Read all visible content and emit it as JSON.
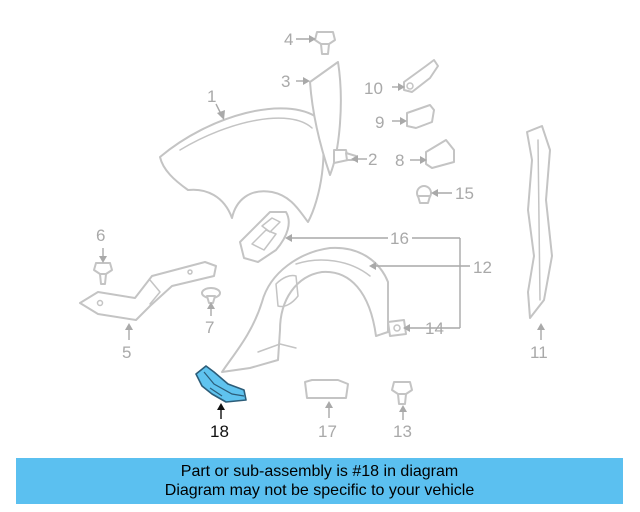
{
  "diagram": {
    "highlighted_part": "18",
    "callouts": [
      "1",
      "2",
      "3",
      "4",
      "5",
      "6",
      "7",
      "8",
      "9",
      "10",
      "11",
      "12",
      "13",
      "14",
      "15",
      "16",
      "17",
      "18"
    ]
  },
  "footer": {
    "line1": "Part or sub-assembly is #18 in diagram",
    "line2": "Diagram may not be specific to your vehicle"
  },
  "colors": {
    "highlight_fill": "#5fc3ef",
    "banner_background": "#5bc0f0",
    "line_art": "#c4c4c4"
  }
}
